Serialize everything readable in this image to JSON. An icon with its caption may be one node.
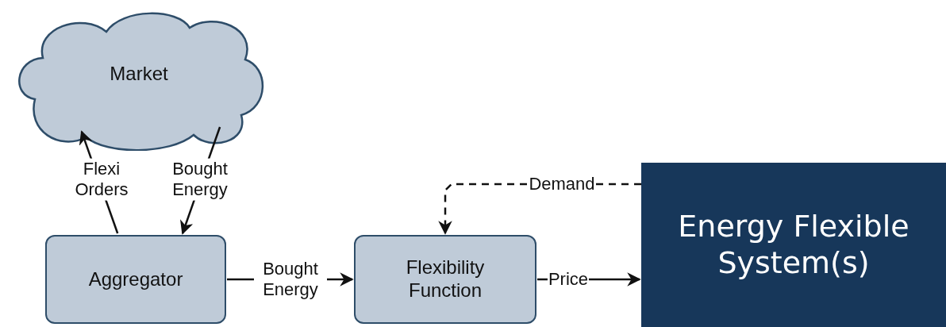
{
  "diagram": {
    "nodes": [
      {
        "text": [
          "Market"
        ]
      },
      {
        "text": [
          "Aggregator"
        ]
      },
      {
        "text": [
          "Flexibility Function"
        ]
      },
      {
        "text": [
          "Energy Flexible System(s)"
        ]
      }
    ],
    "edges": [
      {
        "from": 1,
        "to": 0,
        "arrow": "to",
        "label": "Flexi Orders"
      },
      {
        "from": 0,
        "to": 1,
        "arrow": "to",
        "label": "Bought Energy"
      },
      {
        "from": 1,
        "to": 2,
        "arrow": "to",
        "label": "Bought Energy"
      },
      {
        "from": 2,
        "to": 3,
        "arrow": "to",
        "label": "Price"
      },
      {
        "from": 3,
        "to": 2,
        "arrow": "to",
        "label": "Demand",
        "style": "dashed"
      }
    ]
  }
}
